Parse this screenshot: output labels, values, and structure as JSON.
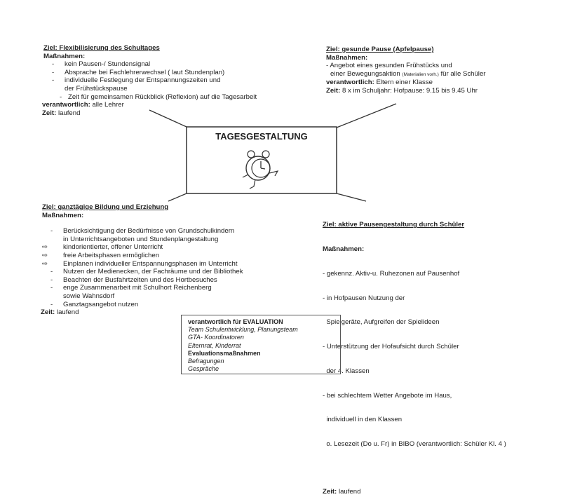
{
  "center": {
    "title": "TAGESGESTALTUNG",
    "icon": "alarm-clock-icon"
  },
  "top_left": {
    "goal": "Ziel: Flexibilisierung des Schultages",
    "measures_label": "Maßnahmen:",
    "items": [
      "kein Pausen-/ Stundensignal",
      "Absprache bei Fachlehrerwechsel ( laut Stundenplan)",
      "individuelle Festlegung der Entspannungszeiten und",
      "der Frühstückspause",
      "Zeit für gemeinsamen Rückblick  (Reflexion) auf die Tagesarbeit"
    ],
    "responsible_label": "verantwortlich:",
    "responsible": "alle Lehrer",
    "time_label": "Zeit:",
    "time": "laufend"
  },
  "top_right": {
    "goal": "Ziel: gesunde Pause (Apfelpause)",
    "measures_label": "Maßnahmen:",
    "line1": "- Angebot eines gesunden Frühstücks und",
    "line2a": "einer Bewegungsaktion",
    "line2small": "(Materialien vorh.)",
    "line2b": "für alle Schüler",
    "responsible_label": "verantwortlich:",
    "responsible": "Eltern einer Klasse",
    "time_label": "Zeit:",
    "time": "8 x im Schuljahr: Hofpause: 9.15 bis 9.45 Uhr"
  },
  "bottom_left": {
    "goal": "Ziel: ganztägige Bildung und Erziehung",
    "measures_label": "Maßnahmen:",
    "item1": "Berücksichtigung der Bedürfnisse von Grundschulkindern",
    "item1b": "in Unterrichtsangeboten und Stundenplangestaltung",
    "arrows": [
      "kindorientierter, offener Unterricht",
      "freie Arbeitsphasen ermöglichen",
      "Einplanen individueller Entspannungsphasen im Unterricht"
    ],
    "items": [
      "Nutzen der Medienecken, der Fachräume und der Bibliothek",
      "Beachten der Busfahrtzeiten und des Hortbesuches",
      "enge Zusammenarbeit mit Schulhort Reichenberg"
    ],
    "item_cont": "sowie Wahnsdorf",
    "last": "Ganztagsangebot nutzen",
    "time_label": "Zeit:",
    "time": "laufend"
  },
  "bottom_right": {
    "goal": "Ziel: aktive Pausengestaltung durch Schüler",
    "measures_label": "Maßnahmen:",
    "lines": [
      "- gekennz. Aktiv-u. Ruhezonen auf Pausenhof",
      "- in Hofpausen Nutzung der",
      "  Spielgeräte, Aufgreifen der Spielideen",
      "- Unterstützung der Hofaufsicht durch Schüler",
      "  der 4. Klassen",
      "- bei schlechtem Wetter Angebote im Haus,",
      "  individuell in den Klassen",
      "  o. Lesezeit (Do u. Fr) in BIBO (verantwortlich: Schüler Kl. 4 )"
    ],
    "time_label": "Zeit:",
    "time": "laufend"
  },
  "evaluation": {
    "heading": "verantwortlich für EVALUATION",
    "responsible": [
      "Team Schulentwicklung, Planungsteam",
      "GTA- Koordinatoren",
      "Elternrat, Kinderrat"
    ],
    "measures_heading": "Evaluationsmaßnahmen",
    "measures": [
      "Befragungen",
      "Gespräche"
    ]
  }
}
